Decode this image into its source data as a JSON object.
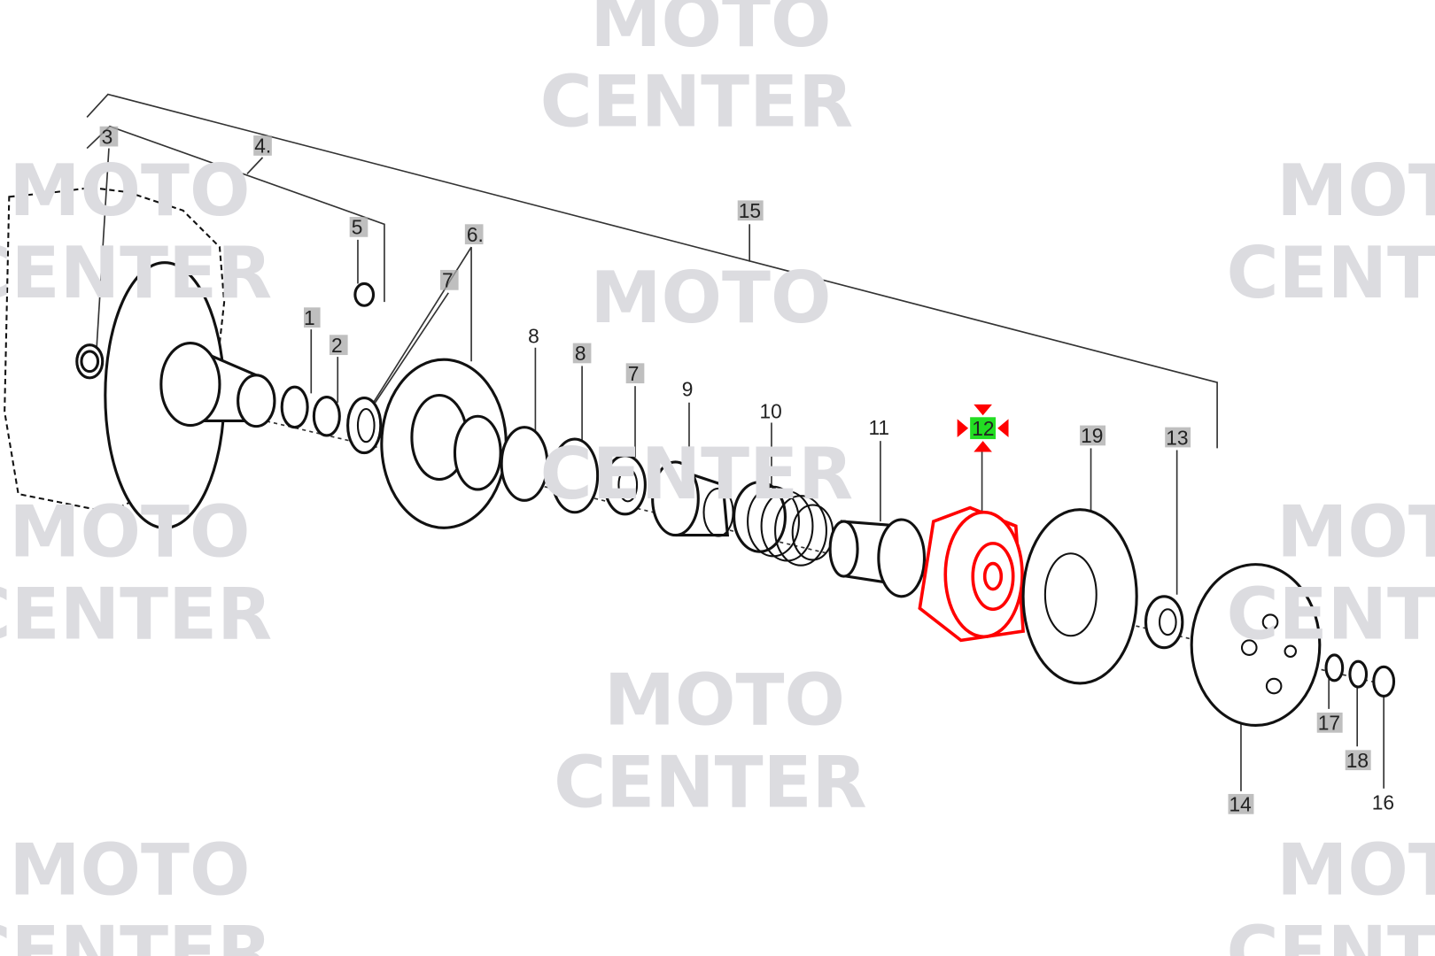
{
  "watermark": {
    "line1": "MOTO",
    "line2": "CENTER"
  },
  "selected_part": "12",
  "colors": {
    "highlight": "#ff0000",
    "selected_label_bg": "#22dd22",
    "watermark": "#dcdce0"
  },
  "labels": {
    "l3": "3",
    "l4": "4.",
    "l5": "5",
    "l6": "6.",
    "l7a": "7",
    "l1": "1",
    "l2": "2",
    "l8a": "8",
    "l8b": "8",
    "l7b": "7",
    "l9": "9",
    "l10": "10",
    "l11": "11",
    "l12": "12",
    "l19": "19",
    "l13": "13",
    "l15": "15",
    "l14": "14",
    "l17": "17",
    "l18": "18",
    "l16": "16"
  }
}
